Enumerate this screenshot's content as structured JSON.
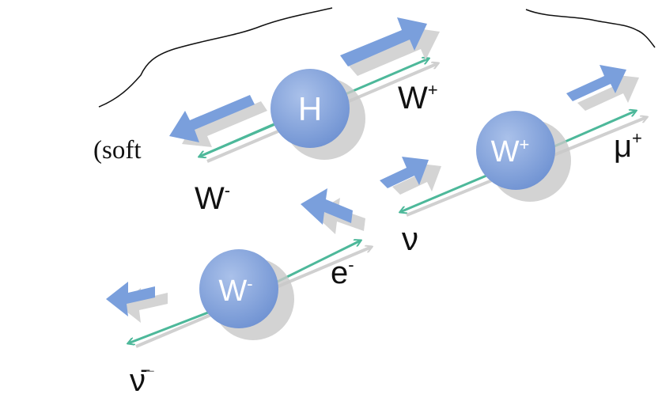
{
  "diagram": {
    "side_text": "(soft",
    "particles": {
      "higgs": "H",
      "w_plus_ball": "W",
      "w_plus_ball_sup": "+",
      "w_minus_ball": "W",
      "w_minus_ball_sup": "-",
      "w_plus_label": "W",
      "w_plus_label_sup": "+",
      "w_minus_label": "W",
      "w_minus_label_sup": "-",
      "muon": "μ",
      "muon_sup": "+",
      "neutrino": "ν",
      "electron": "e",
      "electron_sup": "-",
      "antineutrino": "ν̄",
      "antineutrino_sup": "−"
    }
  },
  "colors": {
    "ball": "#8aa8dc",
    "ball_shadow": "#c6c6c6",
    "track": "#4db89a",
    "arrow": "#7a9fdc",
    "arrow_shadow": "#cfcfcf",
    "line": "#111111"
  }
}
